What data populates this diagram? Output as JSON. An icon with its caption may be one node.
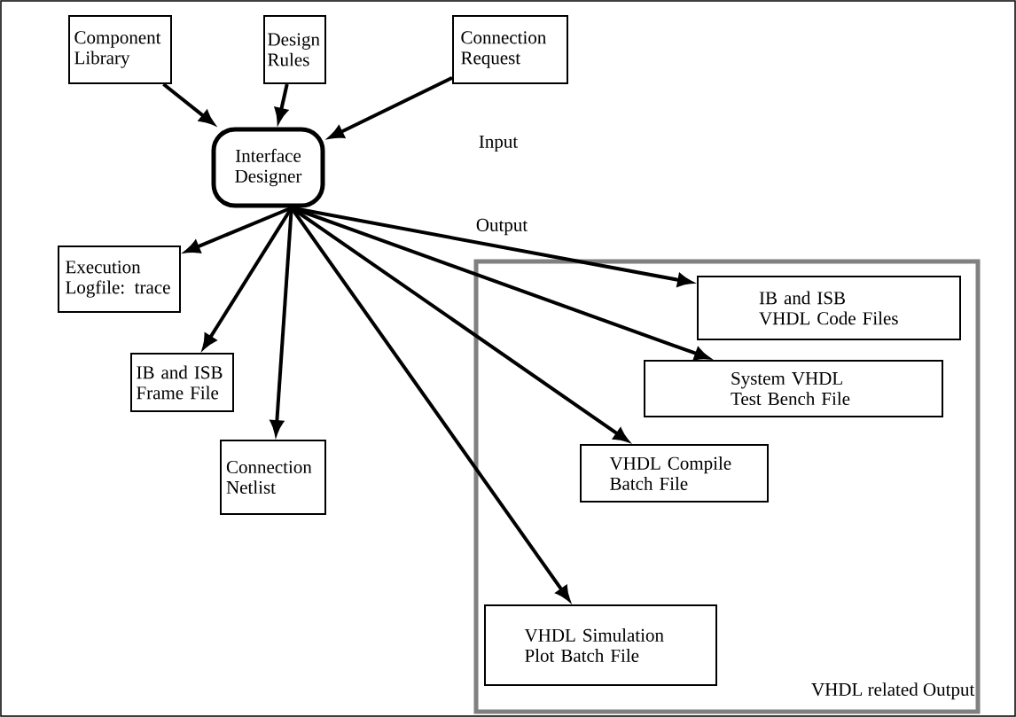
{
  "diagram": {
    "nodes": [
      {
        "text": [
          "Component Library"
        ]
      },
      {
        "text": [
          "Design Rules"
        ]
      },
      {
        "text": [
          "Connection Request"
        ]
      },
      {
        "text": [
          "Interface Designer"
        ]
      },
      {
        "text": [
          "Execution Logfile: trace"
        ]
      },
      {
        "text": [
          "IB and ISB Frame File"
        ]
      },
      {
        "text": [
          "Connection Netlist"
        ]
      },
      {
        "text": [
          "VHDL related Output"
        ]
      },
      {
        "text": [
          "IB and ISB VHDL Code Files"
        ],
        "in": 7
      },
      {
        "text": [
          "System VHDL Test Bench File"
        ],
        "in": 7
      },
      {
        "text": [
          "VHDL Compile Batch File"
        ],
        "in": 7
      },
      {
        "text": [
          "VHDL Simulation Plot Batch File"
        ],
        "in": 7
      }
    ],
    "edges": [
      {
        "from": 0,
        "to": 3,
        "arrow": "to"
      },
      {
        "from": 1,
        "to": 3,
        "arrow": "to"
      },
      {
        "from": 2,
        "to": 3,
        "arrow": "to"
      },
      {
        "from": 3,
        "to": 4,
        "arrow": "to"
      },
      {
        "from": 3,
        "to": 5,
        "arrow": "to"
      },
      {
        "from": 3,
        "to": 6,
        "arrow": "to"
      },
      {
        "from": 3,
        "to": 8,
        "arrow": "to"
      },
      {
        "from": 3,
        "to": 9,
        "arrow": "to"
      },
      {
        "from": 3,
        "to": 10,
        "arrow": "to"
      },
      {
        "from": 3,
        "to": 11,
        "arrow": "to"
      }
    ],
    "labels": [
      "Input",
      "Output"
    ]
  }
}
